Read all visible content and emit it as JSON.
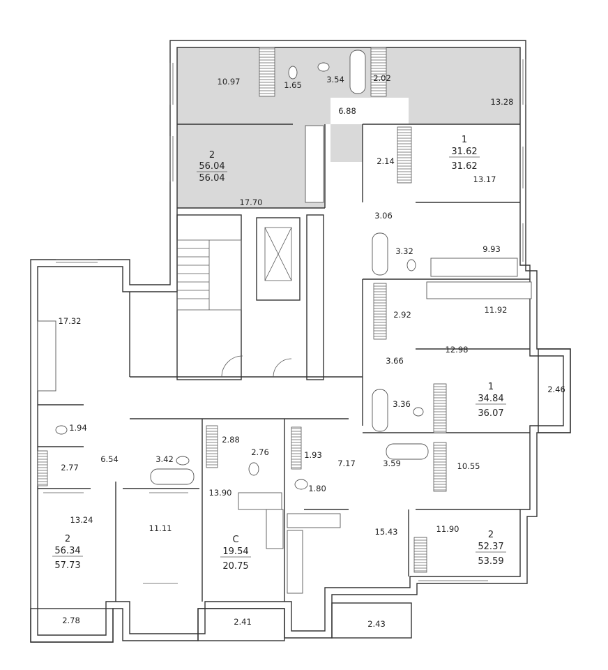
{
  "accent": {
    "highlight": "#d9d9d9",
    "line": "#333333"
  },
  "rooms": [
    {
      "id": "r01",
      "value": "10.97"
    },
    {
      "id": "r02",
      "value": "1.65"
    },
    {
      "id": "r03",
      "value": "3.54"
    },
    {
      "id": "r04",
      "value": "2.02"
    },
    {
      "id": "r05",
      "value": "6.88"
    },
    {
      "id": "r06",
      "value": "13.28"
    },
    {
      "id": "r07",
      "value": "17.70"
    },
    {
      "id": "r08",
      "value": "2.14"
    },
    {
      "id": "r09",
      "value": "13.17"
    },
    {
      "id": "r10",
      "value": "3.06"
    },
    {
      "id": "r11",
      "value": "3.32"
    },
    {
      "id": "r12",
      "value": "9.93"
    },
    {
      "id": "r13",
      "value": "2.92"
    },
    {
      "id": "r14",
      "value": "11.92"
    },
    {
      "id": "r15",
      "value": "3.66"
    },
    {
      "id": "r16",
      "value": "12.98"
    },
    {
      "id": "r17",
      "value": "3.36"
    },
    {
      "id": "r18",
      "value": "2.46"
    },
    {
      "id": "r19",
      "value": "17.32"
    },
    {
      "id": "r20",
      "value": "1.94"
    },
    {
      "id": "r21",
      "value": "6.54"
    },
    {
      "id": "r22",
      "value": "2.77"
    },
    {
      "id": "r23",
      "value": "3.42"
    },
    {
      "id": "r24",
      "value": "2.88"
    },
    {
      "id": "r25",
      "value": "2.76"
    },
    {
      "id": "r26",
      "value": "1.93"
    },
    {
      "id": "r27",
      "value": "7.17"
    },
    {
      "id": "r28",
      "value": "3.59"
    },
    {
      "id": "r29",
      "value": "10.55"
    },
    {
      "id": "r30",
      "value": "1.80"
    },
    {
      "id": "r31",
      "value": "13.90"
    },
    {
      "id": "r32",
      "value": "13.24"
    },
    {
      "id": "r33",
      "value": "11.11"
    },
    {
      "id": "r34",
      "value": "15.43"
    },
    {
      "id": "r35",
      "value": "11.90"
    },
    {
      "id": "r36",
      "value": "2.78"
    },
    {
      "id": "r37",
      "value": "2.41"
    },
    {
      "id": "r38",
      "value": "2.43"
    }
  ],
  "apartments": [
    {
      "id": "apt-a",
      "rooms": "2",
      "area": "56.04",
      "total": "56.04"
    },
    {
      "id": "apt-b",
      "rooms": "1",
      "area": "31.62",
      "total": "31.62"
    },
    {
      "id": "apt-c",
      "rooms": "1",
      "area": "34.84",
      "total": "36.07"
    },
    {
      "id": "apt-d",
      "rooms": "2",
      "area": "56.34",
      "total": "57.73"
    },
    {
      "id": "apt-e",
      "rooms": "С",
      "area": "19.54",
      "total": "20.75"
    },
    {
      "id": "apt-f",
      "rooms": "2",
      "area": "52.37",
      "total": "53.59"
    }
  ]
}
